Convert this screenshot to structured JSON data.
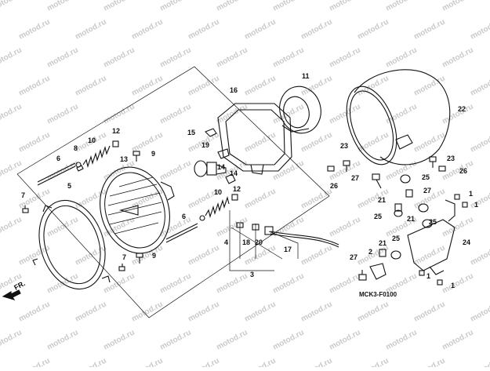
{
  "watermark": "motod.ru",
  "diagram_code": "MCK3-F0100",
  "front_indicator": "FR.",
  "callouts": {
    "c11": "11",
    "c22": "22",
    "c16": "16",
    "c12a": "12",
    "c15": "15",
    "c9a": "9",
    "c8": "8",
    "c10a": "10",
    "c6a": "6",
    "c13": "13",
    "c19": "19",
    "c7a": "7",
    "c5": "5",
    "c14a": "14",
    "c14b": "14",
    "c12b": "12",
    "c10b": "10",
    "c6b": "6",
    "c23a": "23",
    "c23b": "23",
    "c26a": "26",
    "c26b": "26",
    "c27a": "27",
    "c25a": "25",
    "c25b": "25",
    "c25c": "25",
    "c21a": "21",
    "c21b": "21",
    "c27b": "27",
    "c1a": "1",
    "c1b": "1",
    "c1c": "1",
    "c24": "24",
    "c9b": "9",
    "c7b": "7",
    "c18": "18",
    "c20": "20",
    "c4": "4",
    "c17": "17",
    "c3": "3",
    "c2": "2",
    "c27c": "27",
    "c1d": "1"
  }
}
